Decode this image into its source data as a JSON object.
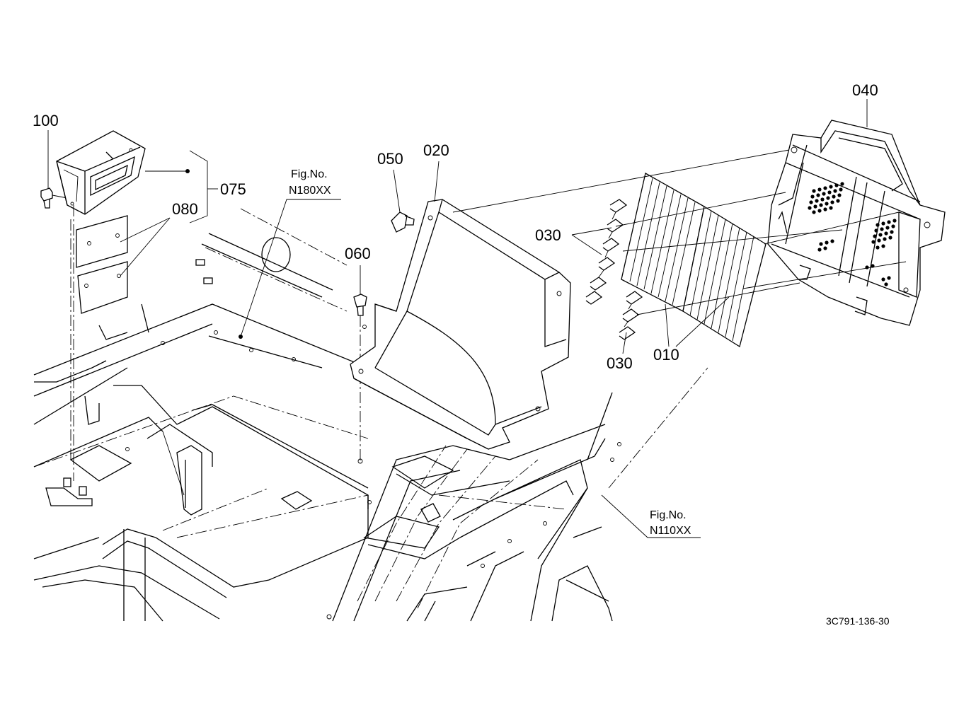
{
  "labels": {
    "p100": "100",
    "p075": "075",
    "p080": "080",
    "p050": "050",
    "p020": "020",
    "p060": "060",
    "p030a": "030",
    "p030b": "030",
    "p010": "010",
    "p040": "040"
  },
  "refs": {
    "left": {
      "line1": "Fig.No.",
      "line2": "N180XX"
    },
    "right": {
      "line1": "Fig.No.",
      "line2": "N110XX"
    }
  },
  "drawing_code": "3C791-136-30",
  "colors": {
    "ink": "#000000",
    "paper": "#ffffff"
  }
}
